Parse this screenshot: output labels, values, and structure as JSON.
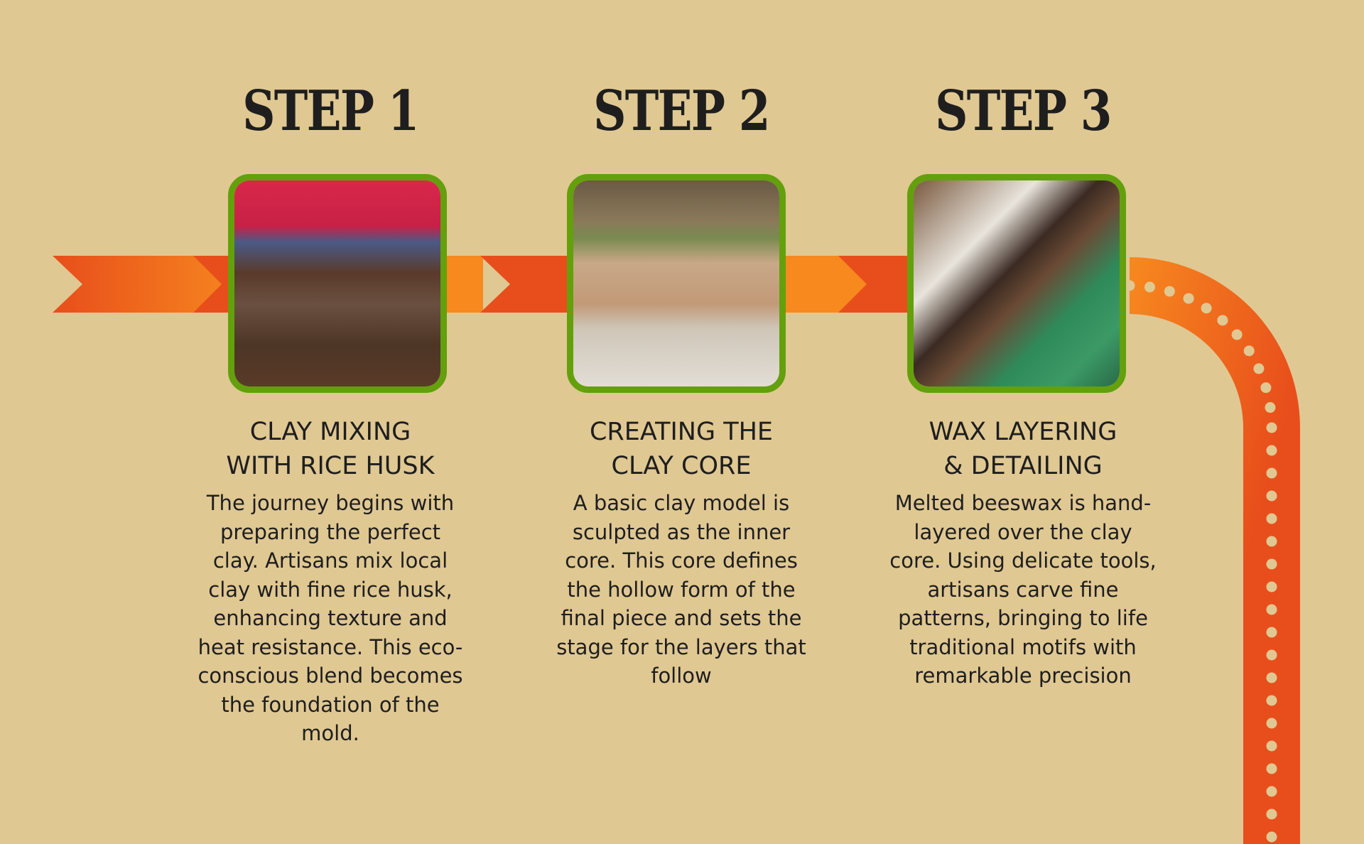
{
  "steps": [
    {
      "title": "STEP 1",
      "heading_line1": "CLAY MIXING",
      "heading_line2": "WITH RICE HUSK",
      "description": "The journey begins with preparing the perfect clay. Artisans mix local clay with fine rice husk, enhancing texture and heat resistance. This eco-conscious blend becomes the foundation of the mold."
    },
    {
      "title": "STEP 2",
      "heading_line1": "CREATING THE",
      "heading_line2": "CLAY CORE",
      "description": "A basic clay model is sculpted as the inner core. This core defines the hollow form of the final piece and sets the stage for the layers that follow"
    },
    {
      "title": "STEP 3",
      "heading_line1": "WAX LAYERING",
      "heading_line2": "& DETAILING",
      "description": "Melted beeswax is hand-layered over the clay core. Using delicate tools, artisans carve fine patterns, bringing to life traditional motifs with remarkable precision"
    }
  ],
  "colors": {
    "background": "#e0c893",
    "arrow_dark": "#e84e1b",
    "arrow_light": "#f7891f",
    "frame": "#63a00c"
  }
}
